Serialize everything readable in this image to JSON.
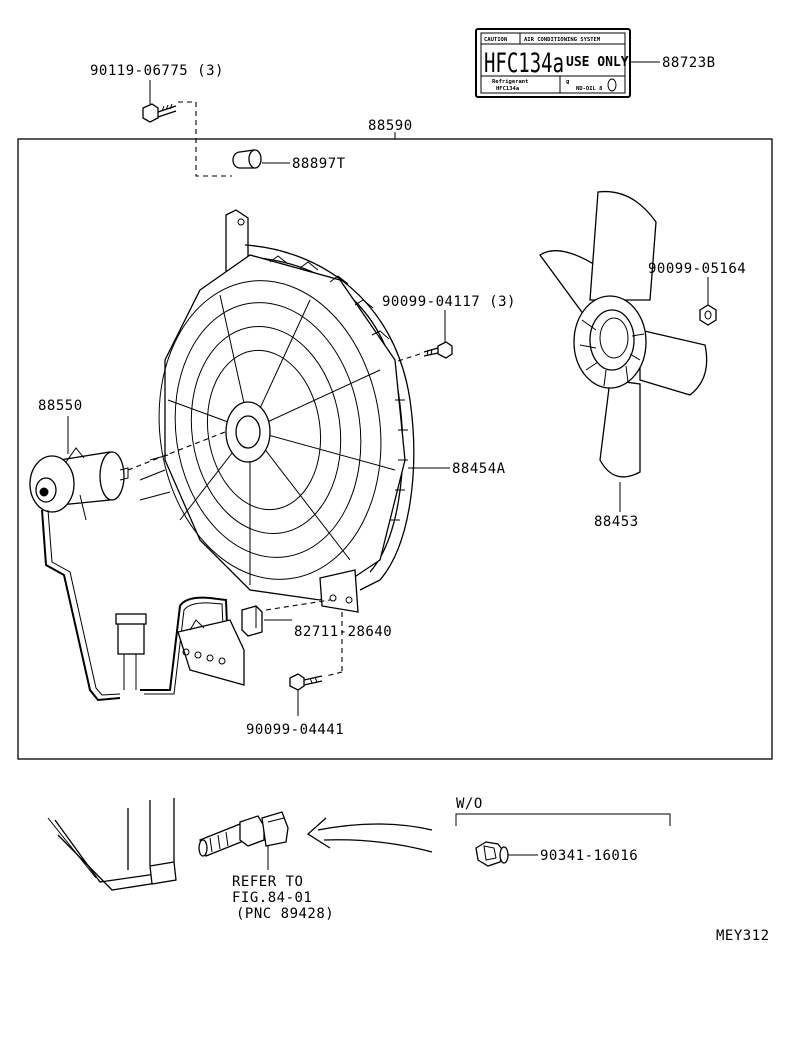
{
  "diagram": {
    "parts": {
      "bolt_top": "90119-06775 (3)",
      "label_plate": "88723B",
      "assembly": "88590",
      "cushion": "88897T",
      "nut": "90099-05164",
      "screw_shroud": "90099-04117 (3)",
      "motor": "88550",
      "shroud": "88454A",
      "fan": "88453",
      "clip": "82711-28640",
      "screw_bottom": "90099-04441",
      "plug": "90341-16016"
    },
    "label_plate": {
      "caution": "CAUTION",
      "system": "AIR CONDITIONING SYSTEM",
      "refrigerant": "HFC134a",
      "use_only": "USE ONLY",
      "refrigerant_small": "Refrigerant",
      "refrigerant_sub": "HFC134a",
      "amount": "g",
      "oil": "ND-OIL 8"
    },
    "variant": "W/O",
    "refer_lines": [
      "REFER TO",
      "FIG.84-01",
      "(PNC 89428)"
    ],
    "figure_code": "MEY312"
  }
}
